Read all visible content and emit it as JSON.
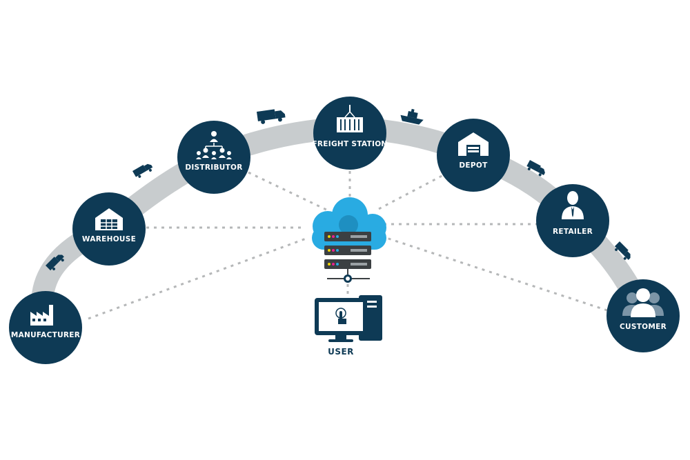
{
  "colors": {
    "node_fill": "#0e3a55",
    "arc": "#c8ccce",
    "connector": "#b5b7b8",
    "cloud": "#29abe2",
    "server": "#3b3f42",
    "icon": "#ffffff"
  },
  "nodes": [
    {
      "id": "manufacturer",
      "label": "MANUFACTURER",
      "icon": "factory-icon"
    },
    {
      "id": "warehouse",
      "label": "WAREHOUSE",
      "icon": "warehouse-icon"
    },
    {
      "id": "distributor",
      "label": "DISTRIBUTOR",
      "icon": "org-chart-icon"
    },
    {
      "id": "freight-station",
      "label": "FREIGHT STATION",
      "icon": "container-icon"
    },
    {
      "id": "depot",
      "label": "DEPOT",
      "icon": "garage-icon"
    },
    {
      "id": "retailer",
      "label": "RETAILER",
      "icon": "businessman-icon"
    },
    {
      "id": "customer",
      "label": "CUSTOMER",
      "icon": "people-icon"
    }
  ],
  "hub": {
    "icon": "cloud-server-icon"
  },
  "user": {
    "label": "USER",
    "icon": "desktop-computer-icon"
  }
}
